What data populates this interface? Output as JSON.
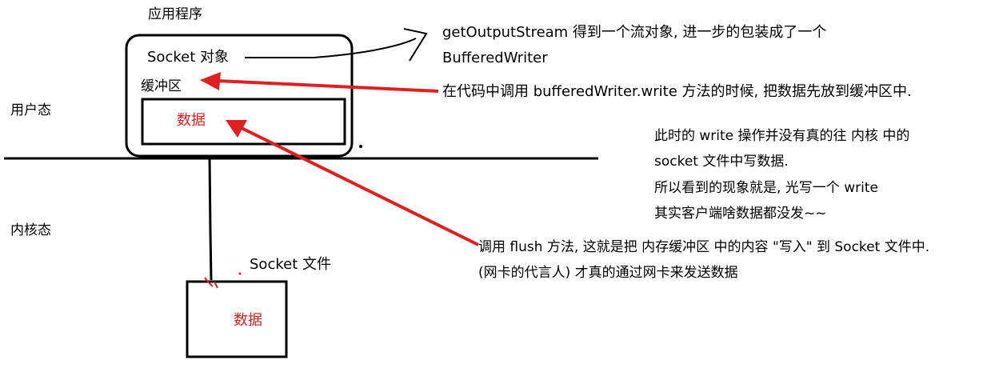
{
  "diagram": {
    "app_label": "应用程序",
    "socket_object_label": "Socket 对象",
    "buffer_label": "缓冲区",
    "buffer_data_label": "数据",
    "user_mode_label": "用户态",
    "kernel_mode_label": "内核态",
    "socket_file_label": "Socket 文件",
    "file_data_label": "数据",
    "note_output_stream": [
      "getOutputStream 得到一个流对象, 进一步的包装成了一个",
      "BufferedWriter"
    ],
    "note_write_call": "在代码中调用 bufferedWriter.write 方法的时候, 把数据先放到缓冲区中.",
    "note_write_effect": [
      "此时的 write 操作并没有真的往 内核 中的",
      "socket 文件中写数据.",
      "所以看到的现象就是, 光写一个 write",
      "其实客户端啥数据都没发~~"
    ],
    "note_flush": [
      "调用 flush 方法, 这就是把 内存缓冲区 中的内容 \"写入\" 到 Socket 文件中.",
      "(网卡的代言人) 才真的通过网卡来发送数据"
    ],
    "colors": {
      "ink": "#000000",
      "accent_red": "#e02020"
    }
  }
}
